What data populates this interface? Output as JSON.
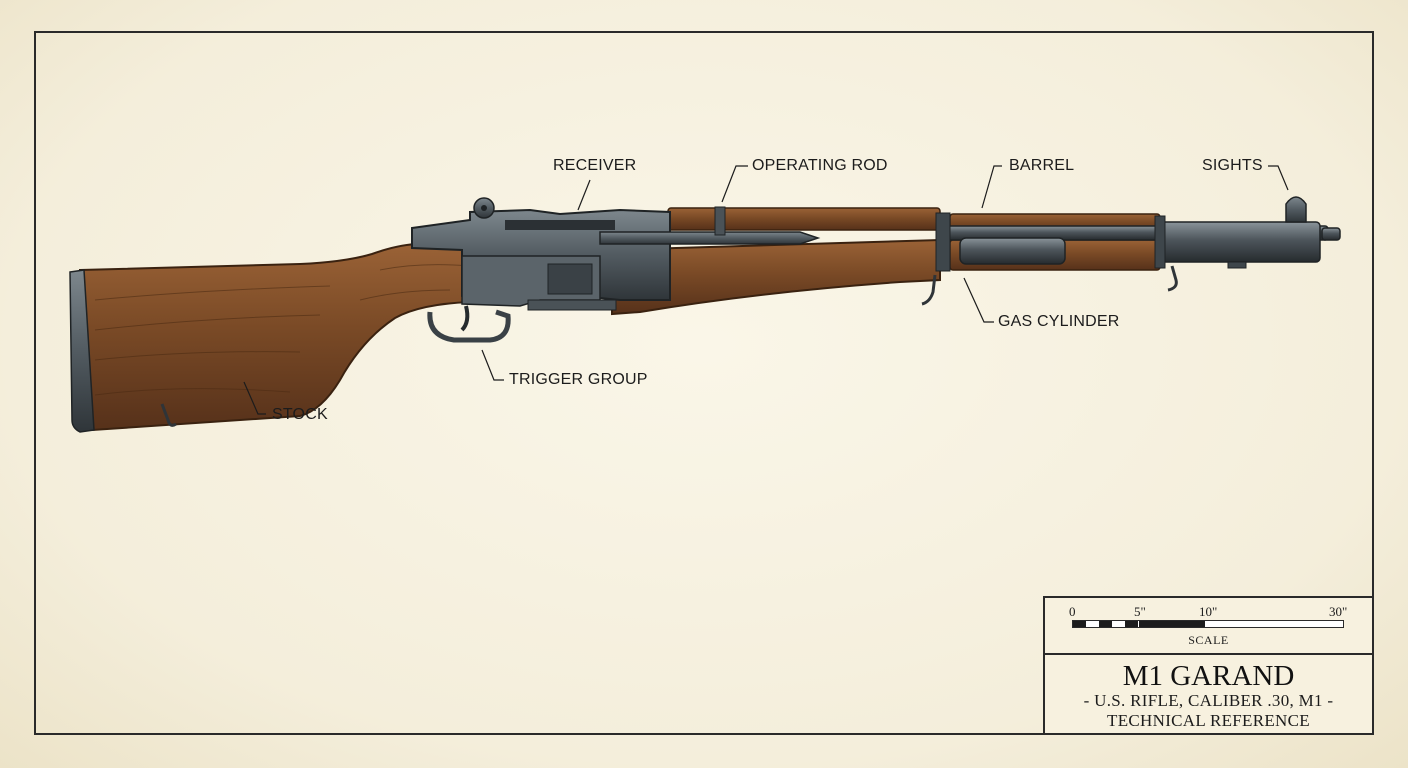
{
  "callouts": {
    "receiver": "RECEIVER",
    "operating_rod": "OPERATING ROD",
    "barrel": "BARREL",
    "sights": "SIGHTS",
    "gas_cylinder": "GAS CYLINDER",
    "trigger_group": "TRIGGER GROUP",
    "stock": "STOCK"
  },
  "scale": {
    "ticks": [
      "0",
      "5\"",
      "10\"",
      "30\""
    ],
    "caption": "SCALE"
  },
  "title_block": {
    "title": "M1 GARAND",
    "subtitle": "- U.S. RIFLE, CALIBER .30, M1 -",
    "note": "TECHNICAL REFERENCE"
  },
  "colors": {
    "paper": "#f4eedb",
    "ink": "#1c1c1c",
    "wood": "#7a4a26",
    "wood_dark": "#5a3318",
    "steel": "#4e565c",
    "steel_dark": "#2f3438"
  }
}
